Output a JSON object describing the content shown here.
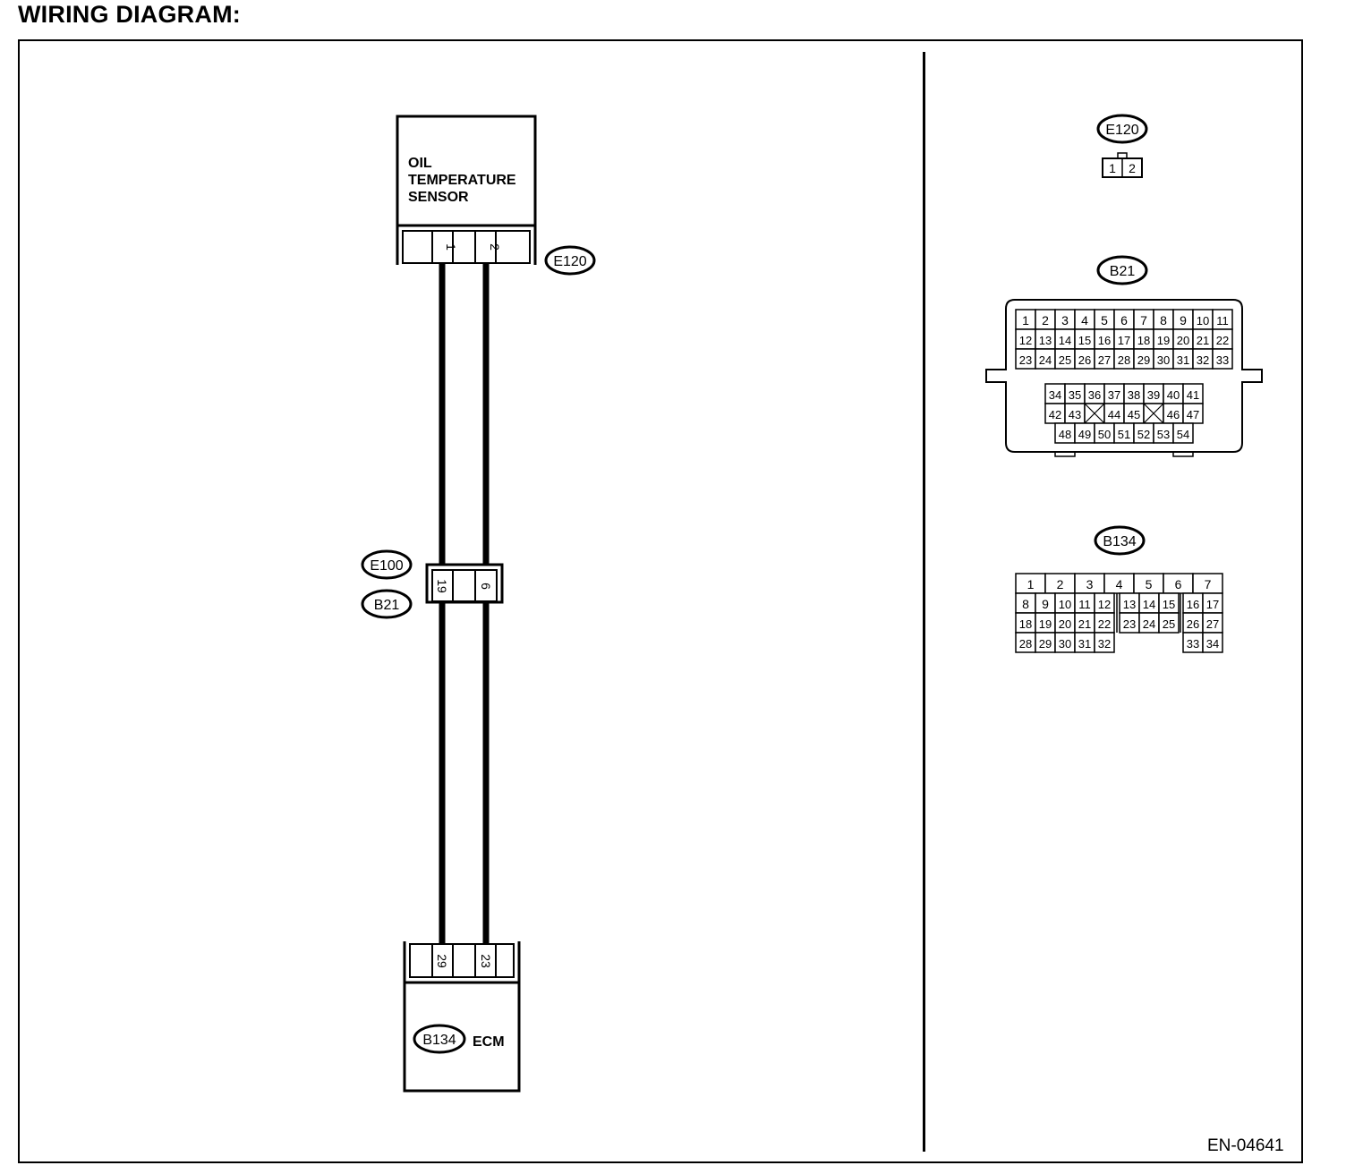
{
  "heading": "WIRING DIAGRAM:",
  "doc_code": "EN-04641",
  "colors": {
    "ink": "#000000",
    "paper": "#ffffff"
  },
  "sensor": {
    "label_lines": [
      "OIL",
      "TEMPERATURE",
      "SENSOR"
    ],
    "connector": "E120",
    "pins": [
      "1",
      "2"
    ]
  },
  "joint": {
    "connectors": [
      "E100",
      "B21"
    ],
    "pins": [
      "19",
      "6"
    ]
  },
  "ecm": {
    "label": "ECM",
    "connector": "B134",
    "pins": [
      "29",
      "23"
    ]
  },
  "connector_views": {
    "e120": {
      "id": "E120",
      "pins": [
        "1",
        "2"
      ]
    },
    "b21": {
      "id": "B21",
      "upper_rows": [
        [
          "1",
          "2",
          "3",
          "4",
          "5",
          "6",
          "7",
          "8",
          "9",
          "10",
          "11"
        ],
        [
          "12",
          "13",
          "14",
          "15",
          "16",
          "17",
          "18",
          "19",
          "20",
          "21",
          "22"
        ],
        [
          "23",
          "24",
          "25",
          "26",
          "27",
          "28",
          "29",
          "30",
          "31",
          "32",
          "33"
        ]
      ],
      "lower_rows": [
        [
          "34",
          "35",
          "36",
          "37",
          "38",
          "39",
          "40",
          "41"
        ],
        [
          "42",
          "43",
          "",
          "44",
          "45",
          "",
          "46",
          "47"
        ],
        [
          "48",
          "49",
          "50",
          "51",
          "52",
          "53",
          "54"
        ]
      ]
    },
    "b134": {
      "id": "B134",
      "row1": [
        "1",
        "2",
        "3",
        "4",
        "5",
        "6",
        "7"
      ],
      "row2": [
        "8",
        "9",
        "10",
        "11",
        "12",
        "13",
        "14",
        "15",
        "16",
        "17"
      ],
      "row3": [
        "18",
        "19",
        "20",
        "21",
        "22",
        "23",
        "24",
        "25",
        "26",
        "27"
      ],
      "row4a": [
        "28",
        "29",
        "30",
        "31",
        "32"
      ],
      "row4b": [
        "33",
        "34"
      ]
    }
  }
}
